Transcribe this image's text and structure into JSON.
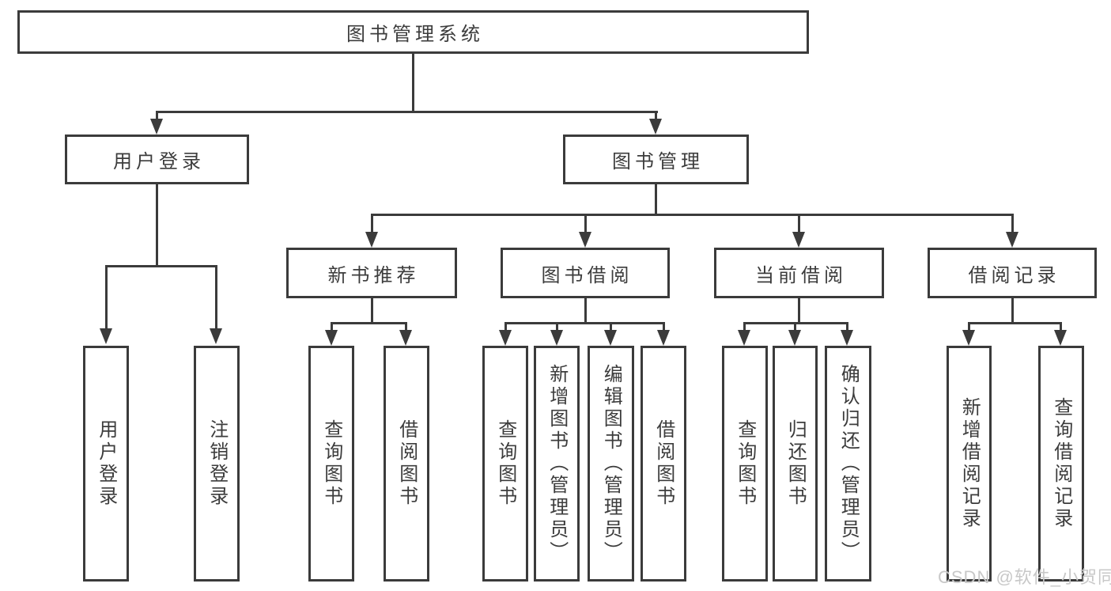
{
  "style": {
    "line_color": "#3b3b3b",
    "text_color": "#3c3c3c",
    "watermark_color": "#c8c8c8",
    "background": "#ffffff"
  },
  "watermark": {
    "text": "CSDN @软件_小贺同学"
  },
  "diagram": {
    "root": {
      "label": "图书管理系统",
      "children": [
        {
          "label": "用户登录",
          "children": [
            {
              "label": "用户登录"
            },
            {
              "label": "注销登录"
            }
          ]
        },
        {
          "label": "图书管理",
          "children": [
            {
              "label": "新书推荐",
              "children": [
                {
                  "label": "查询图书"
                },
                {
                  "label": "借阅图书"
                }
              ]
            },
            {
              "label": "图书借阅",
              "children": [
                {
                  "label": "查询图书"
                },
                {
                  "label": "新增图书（管理员）"
                },
                {
                  "label": "编辑图书（管理员）"
                },
                {
                  "label": "借阅图书"
                }
              ]
            },
            {
              "label": "当前借阅",
              "children": [
                {
                  "label": "查询图书"
                },
                {
                  "label": "归还图书"
                },
                {
                  "label": "确认归还（管理员）"
                }
              ]
            },
            {
              "label": "借阅记录",
              "children": [
                {
                  "label": "新增借阅记录"
                },
                {
                  "label": "查询借阅记录"
                }
              ]
            }
          ]
        }
      ]
    }
  }
}
